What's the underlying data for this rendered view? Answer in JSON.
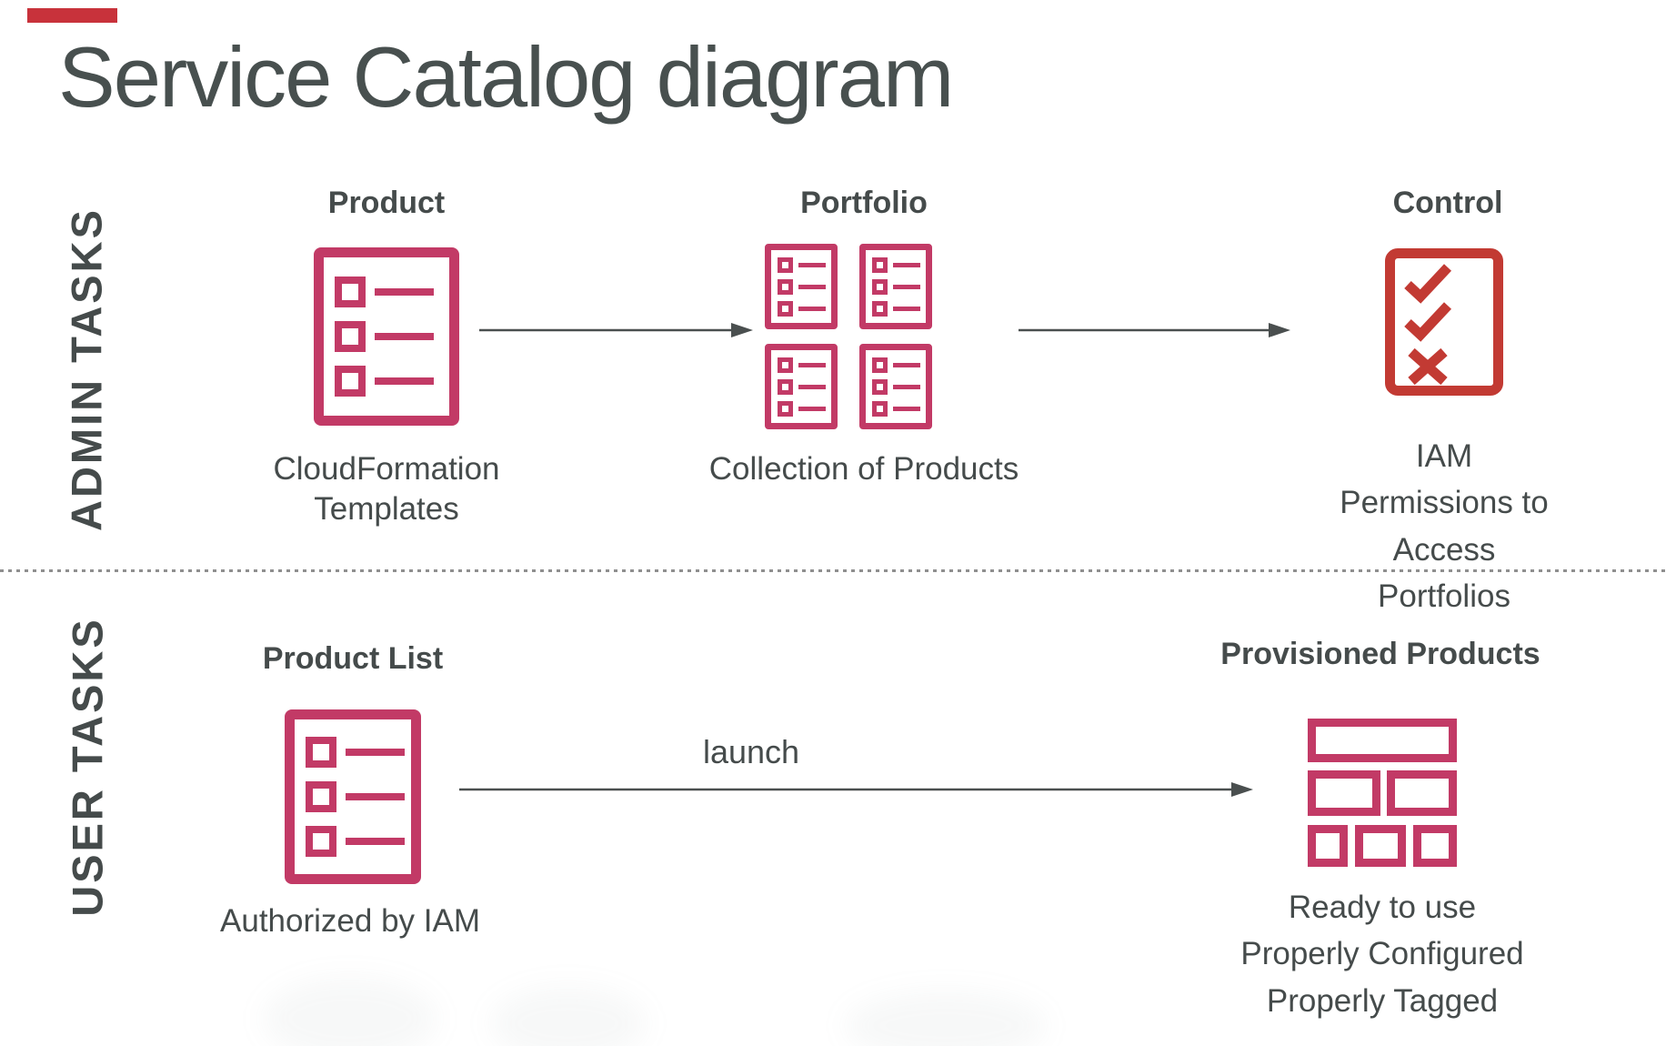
{
  "title": "Service Catalog diagram",
  "colors": {
    "crimson": "#c23a66",
    "brick_red": "#c23a33",
    "text": "#454b4b",
    "arrow": "#4a4f4f",
    "accent_bar": "#c8323b",
    "divider": "#8f8f8f"
  },
  "admin_row": {
    "label": "ADMIN TASKS",
    "product": {
      "heading": "Product",
      "caption": "CloudFormation\nTemplates",
      "icon": "list-document-icon"
    },
    "portfolio": {
      "heading": "Portfolio",
      "caption": "Collection of Products",
      "icon": "four-list-documents-icon"
    },
    "control": {
      "heading": "Control",
      "caption": "IAM Permissions to\nAccess Portfolios",
      "icon": "checklist-checkmarks-icon"
    }
  },
  "user_row": {
    "label": "USER TASKS",
    "product_list": {
      "heading": "Product List",
      "caption": "Authorized by IAM",
      "icon": "list-document-icon"
    },
    "provisioned": {
      "heading": "Provisioned Products",
      "caption": "Ready to use\nProperly Configured\nProperly Tagged",
      "icon": "bricks-stack-icon"
    }
  },
  "arrows": {
    "launch_label": "launch"
  }
}
